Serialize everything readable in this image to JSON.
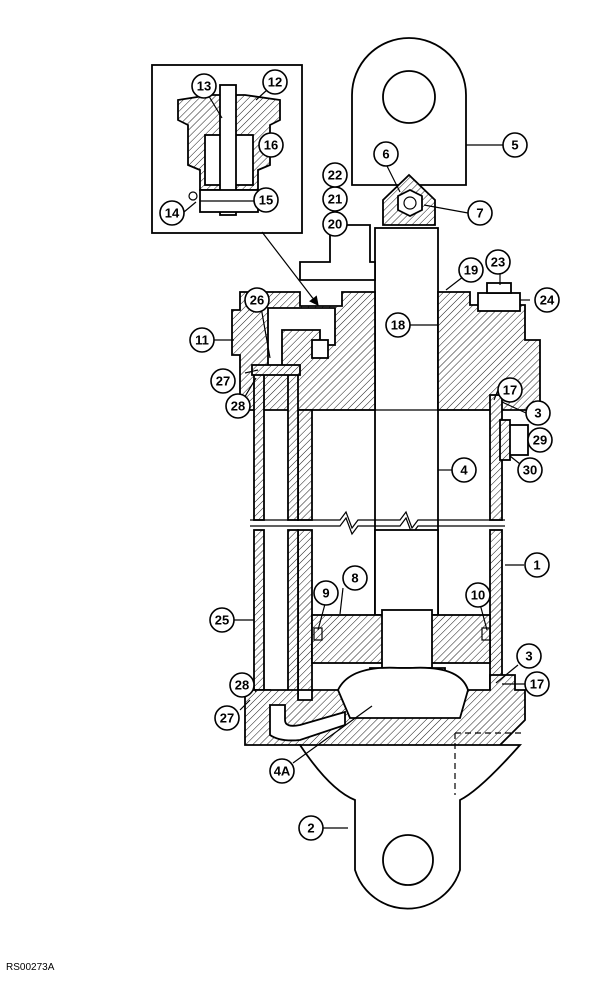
{
  "figure_id": "RS00273A",
  "callouts": [
    "1",
    "2",
    "3",
    "3",
    "4",
    "4A",
    "5",
    "6",
    "7",
    "8",
    "9",
    "10",
    "11",
    "12",
    "13",
    "14",
    "15",
    "16",
    "17",
    "17",
    "18",
    "19",
    "20",
    "21",
    "22",
    "23",
    "24",
    "25",
    "26",
    "27",
    "27",
    "28",
    "28",
    "29",
    "30"
  ]
}
